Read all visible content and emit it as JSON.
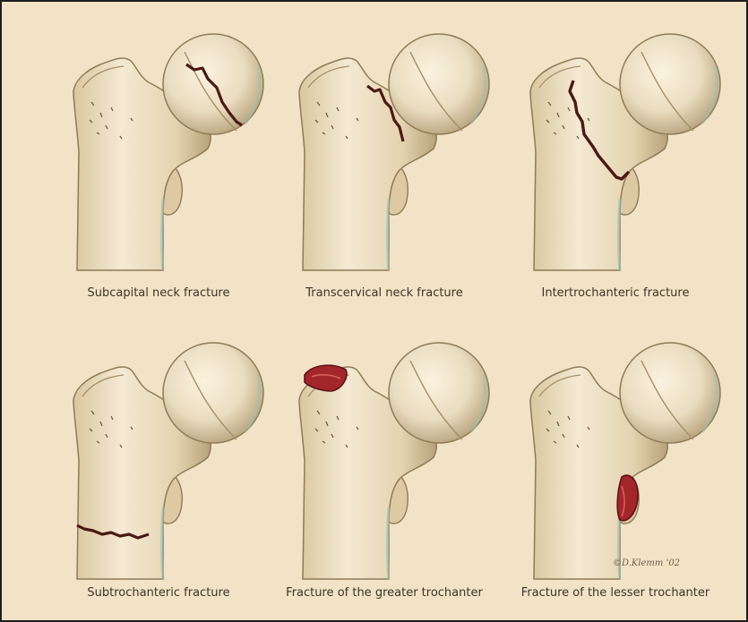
{
  "figure": {
    "panels": [
      {
        "id": "subcapital",
        "caption": "Subcapital neck fracture"
      },
      {
        "id": "transcervical",
        "caption": "Transcervical neck fracture"
      },
      {
        "id": "intertrochanteric",
        "caption": "Intertrochanteric fracture"
      },
      {
        "id": "subtrochanteric",
        "caption": "Subtrochanteric fracture"
      },
      {
        "id": "greater-trochanter",
        "caption": "Fracture of the greater trochanter"
      },
      {
        "id": "lesser-trochanter",
        "caption": "Fracture of the lesser trochanter"
      }
    ],
    "copyright": "©D.Klemm '02"
  },
  "colors": {
    "background": "#f2e3c6",
    "bone": "#eadcbf",
    "bone_shadow": "#a99670",
    "fracture_line": "#4a1a14",
    "fracture_fragment": "#a3262b",
    "caption_text": "#3d3428"
  }
}
